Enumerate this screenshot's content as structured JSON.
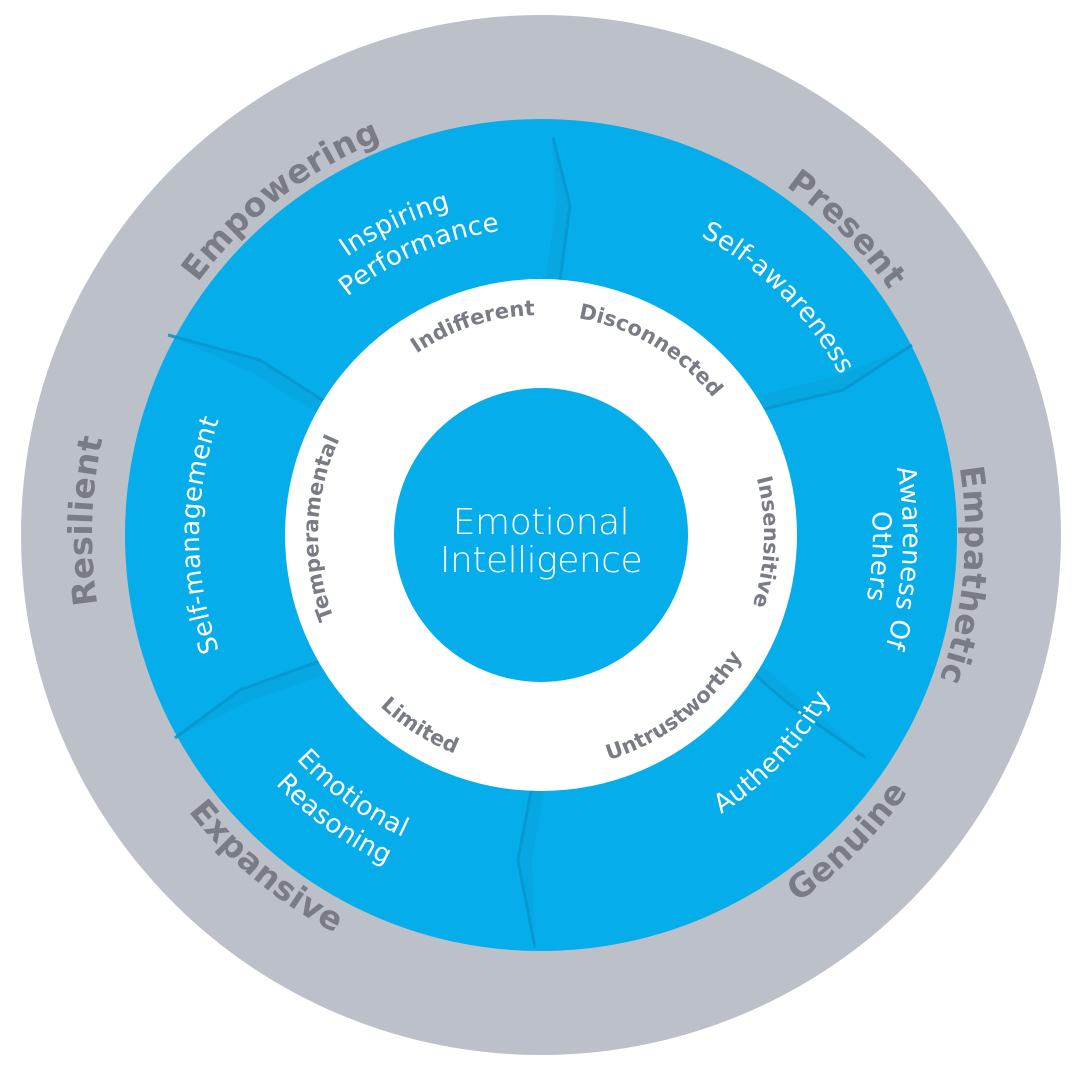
{
  "colors": {
    "outer_ring": "#bcc0c9",
    "blue": "#05aeea",
    "blue_dark": "#0694cc",
    "inner_ring": "#ffffff",
    "gray_text": "#7a7c85",
    "white_text": "#ffffff"
  },
  "center": {
    "line1": "Emotional",
    "line2": "Intelligence"
  },
  "outer_labels": {
    "empowering": "Empowering",
    "present": "Present",
    "empathetic": "Empathetic",
    "genuine": "Genuine",
    "expansive": "Expansive",
    "resilient": "Resilient"
  },
  "middle_segments": {
    "inspiring_1": "Inspiring",
    "inspiring_2": "Performance",
    "self_awareness": "Self-awareness",
    "awareness_1": "Awareness Of",
    "awareness_2": "Others",
    "authenticity": "Authenticity",
    "reasoning_1": "Emotional",
    "reasoning_2": "Reasoning",
    "self_management": "Self-management"
  },
  "inner_labels": {
    "indifferent": "Indifferent",
    "disconnected": "Disconnected",
    "insensitive": "Insensitive",
    "untrustworthy": "Untrustworthy",
    "limited": "Limited",
    "temperamental": "Temperamental"
  }
}
